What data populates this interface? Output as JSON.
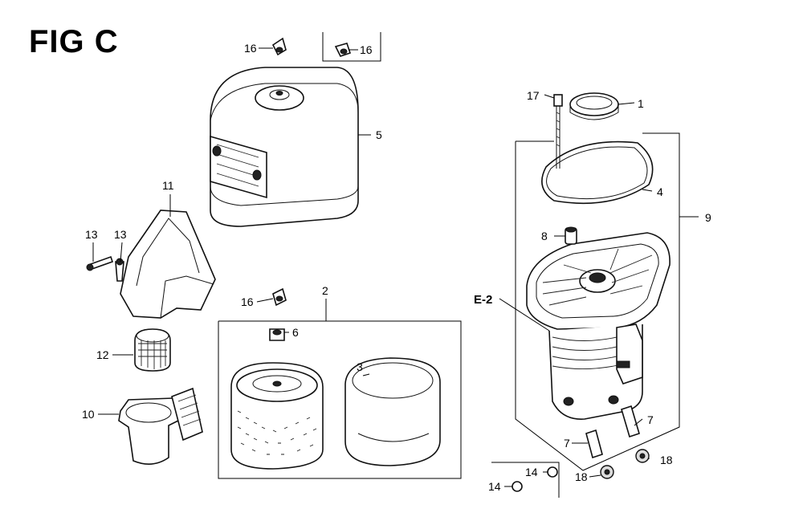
{
  "figure": {
    "title": "FIG C"
  },
  "callouts": {
    "c1": "1",
    "c2": "2",
    "c3": "3",
    "c4": "4",
    "c5": "5",
    "c6": "6",
    "c7a": "7",
    "c7b": "7",
    "c8": "8",
    "c9": "9",
    "c10": "10",
    "c11": "11",
    "c12": "12",
    "c13a": "13",
    "c13b": "13",
    "c14a": "14",
    "c14b": "14",
    "c16a": "16",
    "c16b": "16",
    "c16c": "16",
    "c17": "17",
    "c18a": "18",
    "c18b": "18",
    "e2": "E-2"
  }
}
